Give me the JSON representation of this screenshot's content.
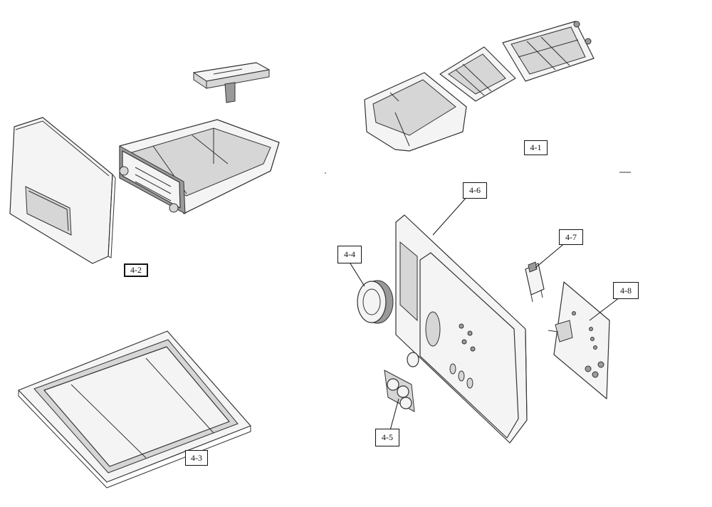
{
  "labels": {
    "l41": "4-1",
    "l42": "4-2",
    "l43": "4-3",
    "l44": "4-4",
    "l45": "4-5",
    "l46": "4-6",
    "l47": "4-7",
    "l48": "4-8"
  }
}
